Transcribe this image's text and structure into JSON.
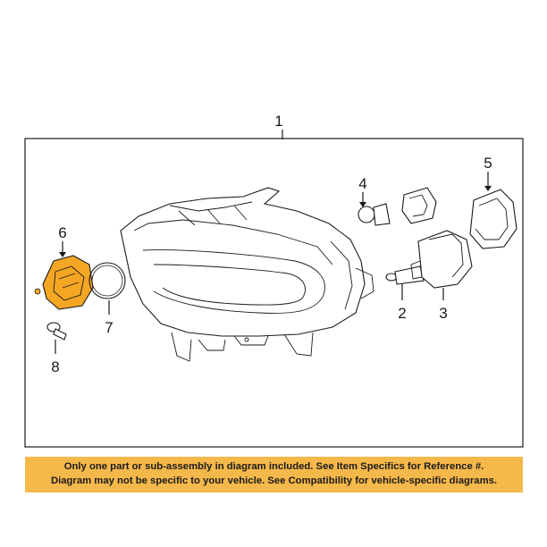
{
  "callouts": {
    "c1": "1",
    "c2": "2",
    "c3": "3",
    "c4": "4",
    "c5": "5",
    "c6": "6",
    "c7": "7",
    "c8": "8"
  },
  "notice": {
    "line1": "Only one part or sub-assembly in diagram included. See Item Specifics for Reference #.",
    "line2": "Diagram may not be specific to your vehicle. See Compatibility for vehicle-specific diagrams."
  },
  "colors": {
    "highlight_part": "#f5a623",
    "notice_background": "#f5b84a",
    "line": "#1a1a1a"
  }
}
